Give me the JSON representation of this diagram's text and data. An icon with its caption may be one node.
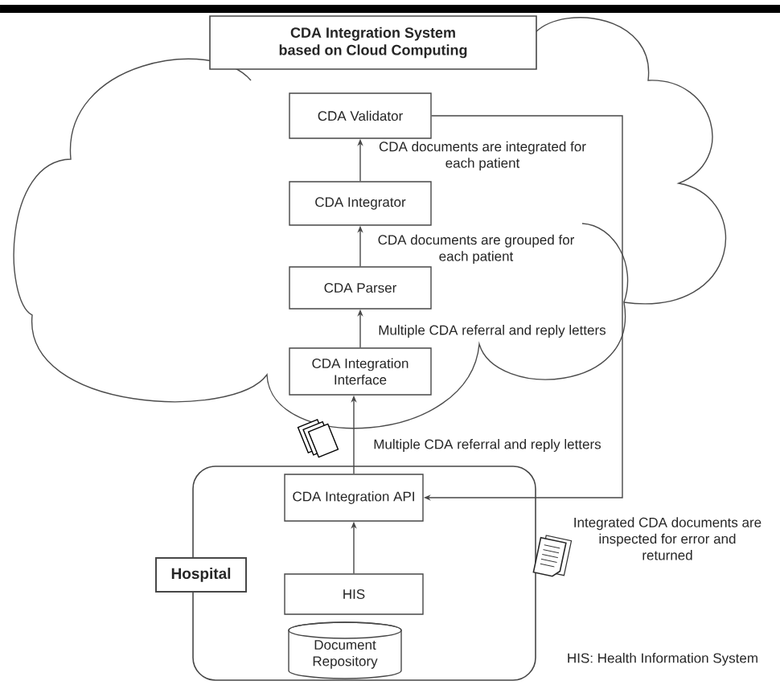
{
  "diagram": {
    "nodes": [
      {
        "text": [
          "CDA Integration System based on Cloud Computing"
        ]
      },
      {
        "text": [
          "CDA Validator"
        ],
        "in": 0
      },
      {
        "text": [
          "CDA Integrator"
        ],
        "in": 0
      },
      {
        "text": [
          "CDA Parser"
        ],
        "in": 0
      },
      {
        "text": [
          "CDA Integration Interface"
        ],
        "in": 0
      },
      {
        "text": [
          "Hospital"
        ]
      },
      {
        "text": [
          "CDA Integration API"
        ],
        "in": 5
      },
      {
        "text": [
          "HIS"
        ],
        "in": 5
      },
      {
        "text": [
          "Document Repository"
        ],
        "in": 5
      }
    ],
    "edges": [
      {
        "from": 2,
        "to": 1,
        "arrow": "to",
        "label": "CDA documents are integrated for each patient"
      },
      {
        "from": 3,
        "to": 2,
        "arrow": "to",
        "label": "CDA documents are grouped for each patient"
      },
      {
        "from": 4,
        "to": 3,
        "arrow": "to",
        "label": "Multiple CDA referral and reply letters"
      },
      {
        "from": 6,
        "to": 4,
        "arrow": "to",
        "label": "Multiple CDA referral and reply letters"
      },
      {
        "from": 7,
        "to": 6,
        "arrow": "to"
      },
      {
        "from": 1,
        "to": 6,
        "arrow": "to",
        "label": "Integrated CDA documents are inspected for error and returned"
      }
    ],
    "labels": [
      "HIS: Health Information System"
    ]
  }
}
